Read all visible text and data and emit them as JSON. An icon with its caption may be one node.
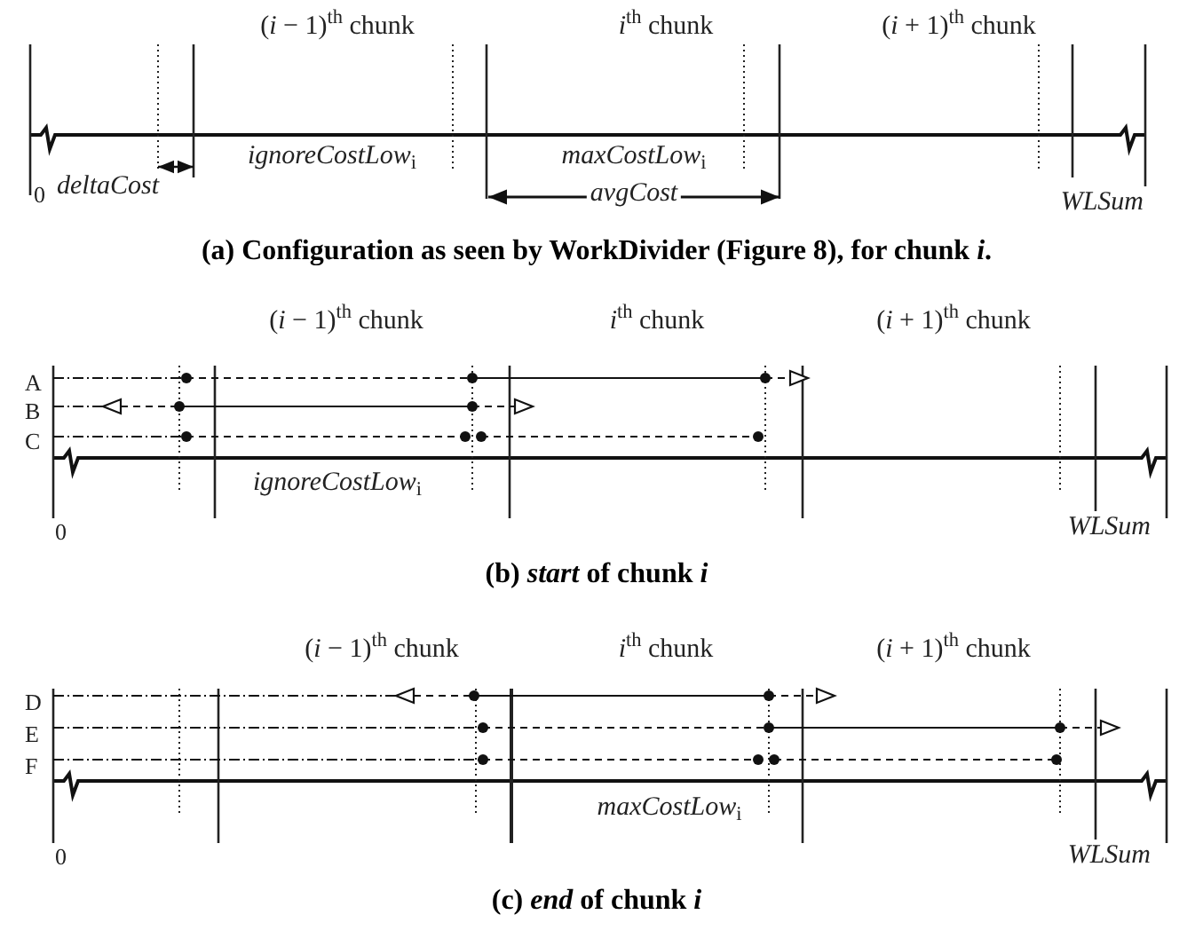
{
  "diagram": {
    "labels": [
      "(*i* − 1)$^{th}$ chunk",
      "*i*$^{th}$ chunk",
      "(*i* + 1)$^{th}$ chunk",
      "*ignoreCostLow*$_{i}$",
      "*maxCostLow*$_{i}$",
      "0",
      "*deltaCost*",
      "*avgCost*",
      "*WLSum*",
      "(a) Configuration as seen by WorkDivider (Figure 8), for chunk *i*.",
      "(*i* − 1)$^{th}$ chunk",
      "*i*$^{th}$ chunk",
      "(*i* + 1)$^{th}$ chunk",
      "A",
      "B",
      "C",
      "*ignoreCostLow*$_{i}$",
      "0",
      "*WLSum*",
      "(b) *start* of chunk *i*",
      "(*i* − 1)$^{th}$ chunk",
      "*i*$^{th}$ chunk",
      "(*i* + 1)$^{th}$ chunk",
      "D",
      "E",
      "F",
      "*maxCostLow*$_{i}$",
      "0",
      "*WLSum*",
      "(c) *end* of chunk *i*"
    ]
  }
}
